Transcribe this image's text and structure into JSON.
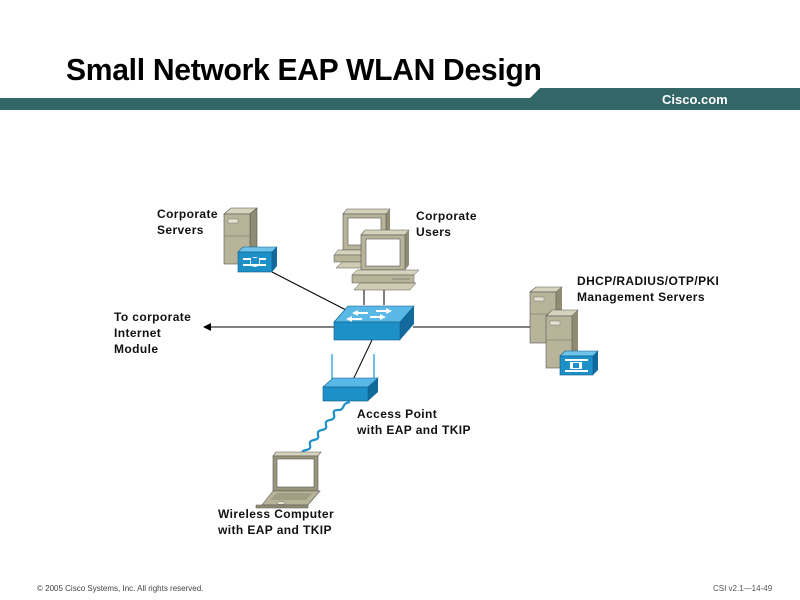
{
  "slide": {
    "title": "Small Network EAP WLAN Design",
    "brand": "Cisco.com",
    "colors": {
      "banner": "#336666",
      "device_blue": "#1e90c8",
      "device_beige": "#b8b49a"
    }
  },
  "diagram": {
    "nodes": [
      {
        "id": "corporate-servers",
        "type": "server-with-switch-module",
        "label_lines": [
          "Corporate",
          "Servers"
        ]
      },
      {
        "id": "corporate-users",
        "type": "workstations",
        "label_lines": [
          "Corporate",
          "Users"
        ]
      },
      {
        "id": "management-servers",
        "type": "servers-with-switch-module",
        "label_lines": [
          "DHCP/RADIUS/OTP/PKI",
          "Management Servers"
        ]
      },
      {
        "id": "internet-module",
        "type": "arrow-target",
        "label_lines": [
          "To corporate",
          "Internet",
          "Module"
        ]
      },
      {
        "id": "switch",
        "type": "workgroup-switch",
        "label_lines": []
      },
      {
        "id": "access-point",
        "type": "access-point",
        "label_lines": [
          "Access Point",
          "with EAP and TKIP"
        ]
      },
      {
        "id": "wireless-computer",
        "type": "laptop",
        "label_lines": [
          "Wireless Computer",
          "with EAP and TKIP"
        ]
      }
    ],
    "links": [
      {
        "from": "switch",
        "to": "corporate-servers",
        "style": "wired"
      },
      {
        "from": "switch",
        "to": "corporate-users",
        "style": "wired"
      },
      {
        "from": "switch",
        "to": "management-servers",
        "style": "wired"
      },
      {
        "from": "switch",
        "to": "internet-module",
        "style": "arrow"
      },
      {
        "from": "switch",
        "to": "access-point",
        "style": "wired"
      },
      {
        "from": "access-point",
        "to": "wireless-computer",
        "style": "wireless"
      }
    ]
  },
  "footer": {
    "copyright": "© 2005 Cisco Systems, Inc. All rights reserved.",
    "slide_ref": "CSI v2.1—14-49"
  }
}
